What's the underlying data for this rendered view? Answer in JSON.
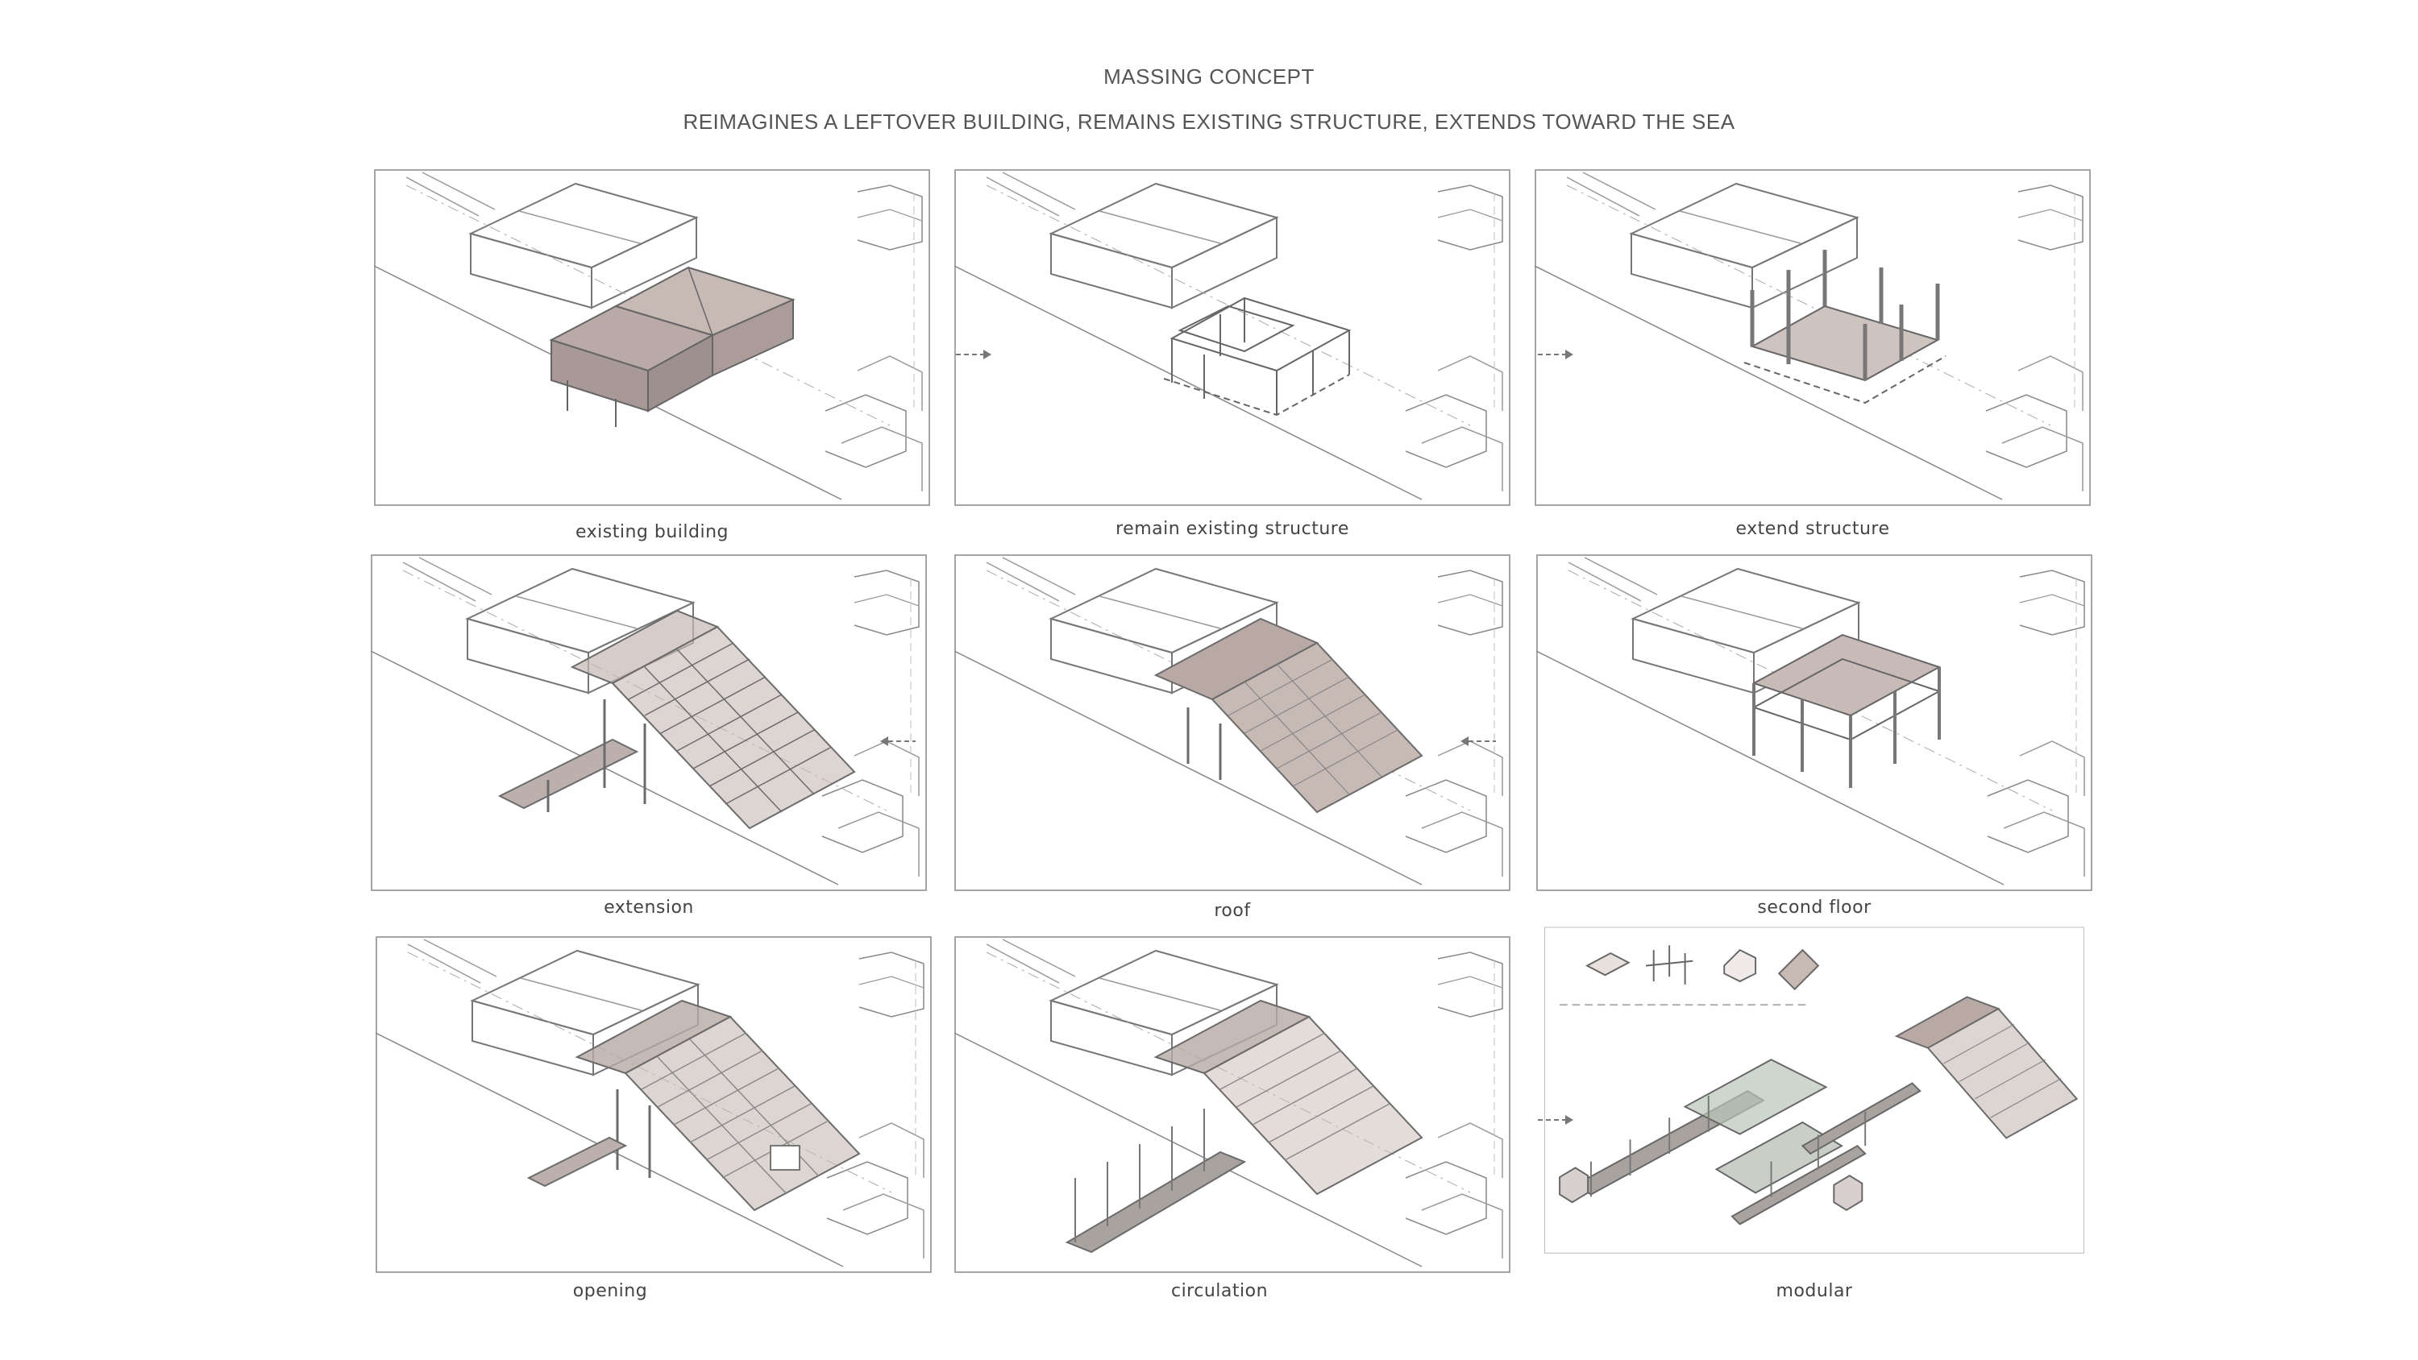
{
  "header": {
    "title": "MASSING CONCEPT",
    "subtitle": "REIMAGINES A LEFTOVER BUILDING, REMAINS EXISTING STRUCTURE, EXTENDS TOWARD THE SEA"
  },
  "panels": [
    {
      "id": "p1",
      "caption": "existing building"
    },
    {
      "id": "p2",
      "caption": "remain existing structure"
    },
    {
      "id": "p3",
      "caption": "extend structure"
    },
    {
      "id": "p4",
      "caption": "extension"
    },
    {
      "id": "p5",
      "caption": "roof"
    },
    {
      "id": "p6",
      "caption": "second floor"
    },
    {
      "id": "p7",
      "caption": "opening"
    },
    {
      "id": "p8",
      "caption": "circulation"
    },
    {
      "id": "p9",
      "caption": "modular"
    }
  ],
  "colors": {
    "line": "#6f6f6f",
    "fill_mass": "#b9aaa8",
    "fill_roof": "#c7b9b4",
    "fill_glass": "#b9c6b8"
  }
}
